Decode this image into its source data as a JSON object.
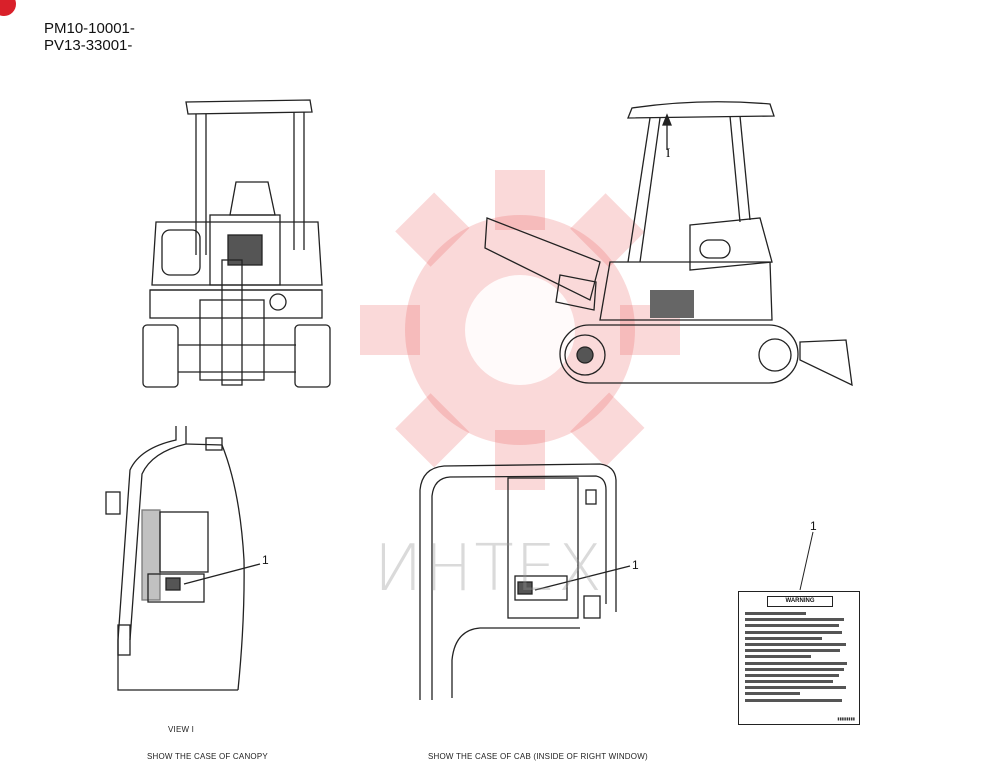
{
  "header": {
    "serial_1": "PM10-10001-",
    "serial_2": "PV13-33001-"
  },
  "labels": {
    "view": "VIEW I",
    "arrow_view": "I",
    "caption_canopy": "SHOW THE CASE OF CANOPY",
    "caption_cab": "SHOW THE CASE OF CAB (INSIDE OF RIGHT WINDOW)"
  },
  "callouts": {
    "canopy_part": "1",
    "cab_part": "1",
    "decal_part": "1"
  },
  "decal": {
    "header": "WARNING"
  },
  "watermark": {
    "text": "ИНТЕХ"
  }
}
